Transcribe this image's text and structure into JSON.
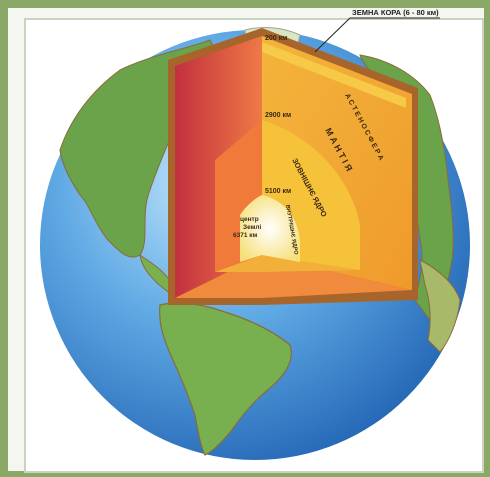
{
  "labels": {
    "crust": "ЗЕМНА КОРА (6 - 80 км)",
    "depth_200": "200 км",
    "depth_2900": "2900 км",
    "depth_5100": "5100 км",
    "mantle": "М А Н Т І Я",
    "asthenosphere": "А С Т Е Н О С Ф Е Р А",
    "outer_core": "ЗОВНІШНЄ ЯДРО",
    "inner_core": "ВНУТРІШНЄ ЯДРО",
    "center_line1": "центр",
    "center_line2": "Землі",
    "center_line3": "6371 км"
  },
  "colors": {
    "ocean": "#3f8fd4",
    "land": "#6ea24a",
    "crust": "#9a5a26",
    "mantle": "#f0a833",
    "mantle_side": "#d5404a",
    "outer_core": "#f7c53a",
    "inner_core": "#fdf2b0"
  }
}
